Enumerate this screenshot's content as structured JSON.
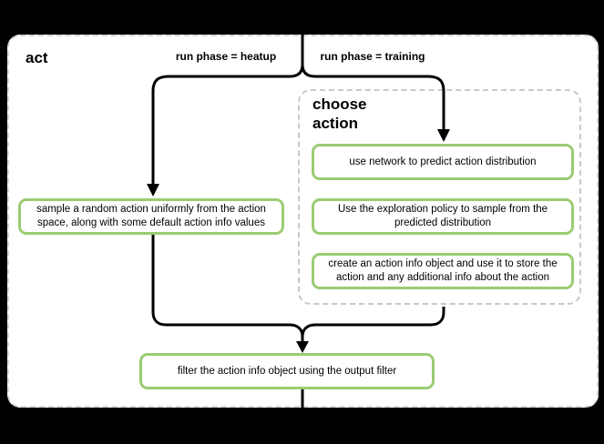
{
  "diagram": {
    "title": "act",
    "branch_labels": {
      "heatup": "run phase = heatup",
      "training": "run phase = training"
    },
    "group": {
      "label": "choose action"
    },
    "nodes": {
      "heatup_action": "sample a random action uniformly from the action space, along with some default action info values",
      "predict": "use network to predict action distribution",
      "explore": "Use the exploration policy to sample from the predicted distribution",
      "action_info": "create an action info object and use it to store the action and any additional info about the action",
      "filter": "filter the action info object using the output filter"
    },
    "colors": {
      "canvas_bg": "#000000",
      "panel_bg": "#ffffff",
      "outer_border": "#d6d6d6",
      "group_border": "#c9c9c9",
      "node_border": "#9bcb73",
      "flow": "#000000"
    }
  }
}
